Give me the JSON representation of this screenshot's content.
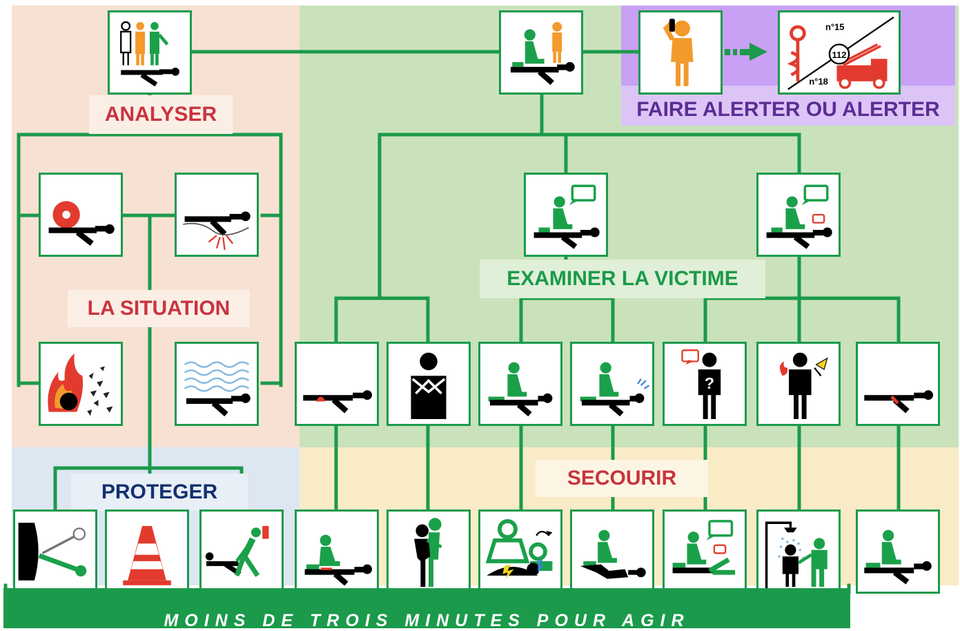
{
  "labels": {
    "analyser": "ANALYSER",
    "situation": "LA SITUATION",
    "proteger": "PROTEGER",
    "examiner": "EXAMINER LA VICTIME",
    "secourir": "SECOURIR",
    "alerter": "FAIRE ALERTER OU ALERTER"
  },
  "emergency_numbers": {
    "samu": "n°15",
    "europe": "112",
    "pompiers": "n°18"
  },
  "footer": "MOINS DE TROIS MINUTES POUR AGIR",
  "colors": {
    "line_green": "#1b9a4b",
    "analyser_zone": "#f7e1d3",
    "proteger_zone": "#dce7f2",
    "examiner_zone": "#c9e2bb",
    "alerter_zone": "#c8a0f4",
    "secourir_zone": "#faebc7",
    "analyser_text": "#c8343f",
    "proteger_text": "#14306e",
    "examiner_text": "#1b9a4b",
    "alerter_text": "#5b2d93",
    "figure_orange": "#f39a2c",
    "figure_green": "#1ba04a",
    "danger_red": "#e23b2e"
  }
}
